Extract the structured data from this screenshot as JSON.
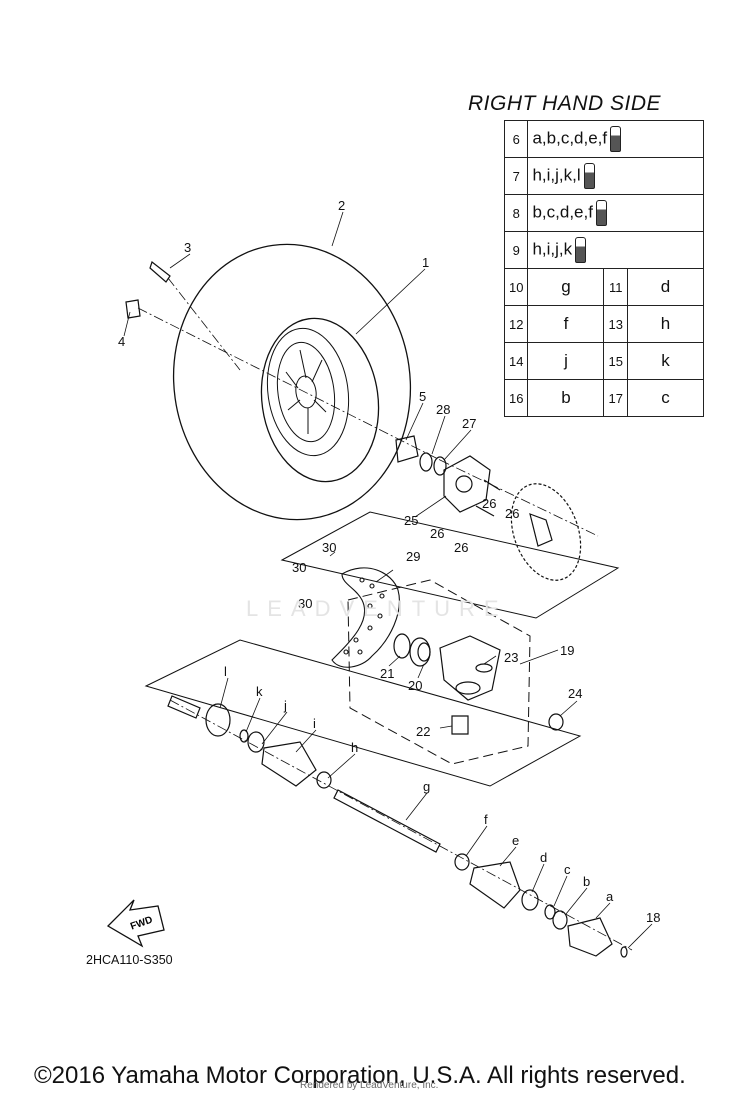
{
  "legend": {
    "title": "RIGHT HAND SIDE",
    "grease_rows": [
      {
        "num": "6",
        "letters": "a,b,c,d,e,f"
      },
      {
        "num": "7",
        "letters": "h,i,j,k,l"
      },
      {
        "num": "8",
        "letters": "b,c,d,e,f"
      },
      {
        "num": "9",
        "letters": "h,i,j,k"
      }
    ],
    "pair_rows": [
      {
        "n1": "10",
        "l1": "g",
        "n2": "11",
        "l2": "d"
      },
      {
        "n1": "12",
        "l1": "f",
        "n2": "13",
        "l2": "h"
      },
      {
        "n1": "14",
        "l1": "j",
        "n2": "15",
        "l2": "k"
      },
      {
        "n1": "16",
        "l1": "b",
        "n2": "17",
        "l2": "c"
      }
    ]
  },
  "callouts": {
    "c1": "1",
    "c2": "2",
    "c3": "3",
    "c4": "4",
    "c5": "5",
    "c18": "18",
    "c19": "19",
    "c20": "20",
    "c21": "21",
    "c22": "22",
    "c23": "23",
    "c24": "24",
    "c25": "25",
    "c26": "26",
    "c27": "27",
    "c28": "28",
    "c29": "29",
    "c30": "30",
    "a": "a",
    "b": "b",
    "c": "c",
    "d": "d",
    "e": "e",
    "f": "f",
    "g": "g",
    "h": "h",
    "i": "i",
    "j": "j",
    "k": "k",
    "l": "l"
  },
  "fwd_label": "FWD",
  "diagram_code": "2HCA110-S350",
  "copyright": "©2016 Yamaha Motor Corporation, U.S.A. All rights reserved.",
  "watermark_text": "LEADVENTURE",
  "rendered_by": "Rendered by LeadVenture, Inc."
}
